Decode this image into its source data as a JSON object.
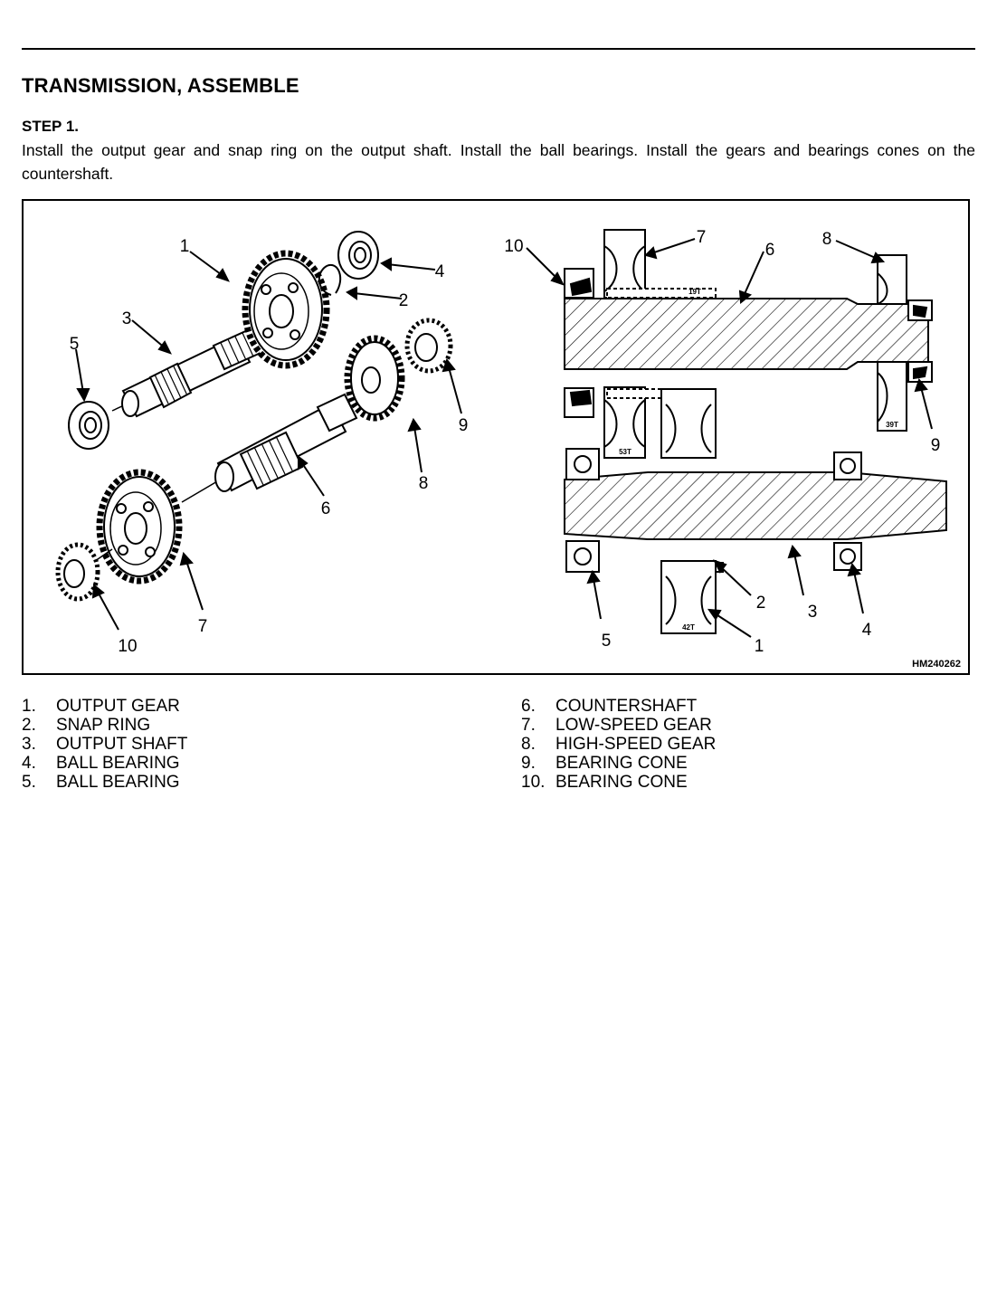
{
  "page": {
    "title": "TRANSMISSION, ASSEMBLE",
    "step_label": "STEP 1.",
    "instructions": "Install the output gear and snap ring on the output shaft.  Install the ball bearings.  Install the gears and bearings cones on the countershaft."
  },
  "figure": {
    "figure_id": "HM240262",
    "callouts": [
      "1",
      "2",
      "3",
      "4",
      "5",
      "6",
      "7",
      "8",
      "9",
      "10"
    ],
    "tooth_labels": {
      "gear_19t": "19T",
      "gear_53t": "53T",
      "gear_39t": "39T",
      "gear_42t": "42T"
    }
  },
  "legend": {
    "left": [
      {
        "num": "1.",
        "label": "OUTPUT GEAR"
      },
      {
        "num": "2.",
        "label": "SNAP RING"
      },
      {
        "num": "3.",
        "label": "OUTPUT SHAFT"
      },
      {
        "num": "4.",
        "label": "BALL BEARING"
      },
      {
        "num": "5.",
        "label": "BALL BEARING"
      }
    ],
    "right": [
      {
        "num": "6.",
        "label": "COUNTERSHAFT"
      },
      {
        "num": "7.",
        "label": "LOW-SPEED GEAR"
      },
      {
        "num": "8.",
        "label": "HIGH-SPEED GEAR"
      },
      {
        "num": "9.",
        "label": "BEARING CONE"
      },
      {
        "num": "10.",
        "label": "BEARING CONE"
      }
    ]
  }
}
